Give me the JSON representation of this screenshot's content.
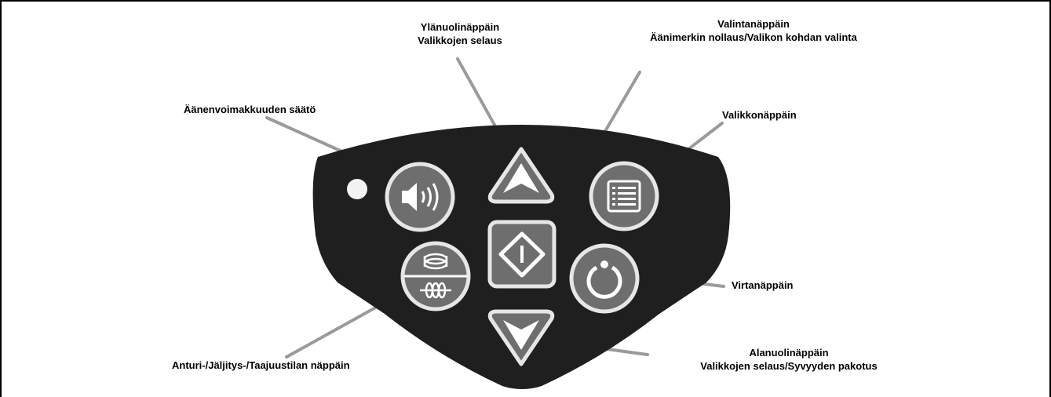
{
  "labels": {
    "up": [
      "Ylänuolinäppäin",
      "Valikkojen selaus"
    ],
    "select": [
      "Valintanäppäin",
      "Äänimerkin nollaus/Valikon kohdan valinta"
    ],
    "volume": "Äänenvoimakkuuden säätö",
    "menu": "Valikkonäppäin",
    "power": "Virtanäppäin",
    "mode": "Anturi-/Jäljitys-/Taajuustilan näppäin",
    "down": [
      "Alanuolinäppäin",
      "Valikkojen selaus/Syvyyden pakotus"
    ]
  },
  "colors": {
    "body": "#1f1f1f",
    "button_fill": "#6e6e6e",
    "button_ring": "#e6e6e6",
    "leader": "#9a9a9a",
    "frame": "#000000"
  },
  "icons": {
    "volume_button": "speaker-icon",
    "up_button": "arrow-up-icon",
    "select_button": "select-diamond-icon",
    "menu_button": "menu-list-icon",
    "power_button": "power-icon",
    "mode_button": "mode-coil-icon",
    "down_button": "arrow-down-icon",
    "indicator": "led-indicator"
  }
}
